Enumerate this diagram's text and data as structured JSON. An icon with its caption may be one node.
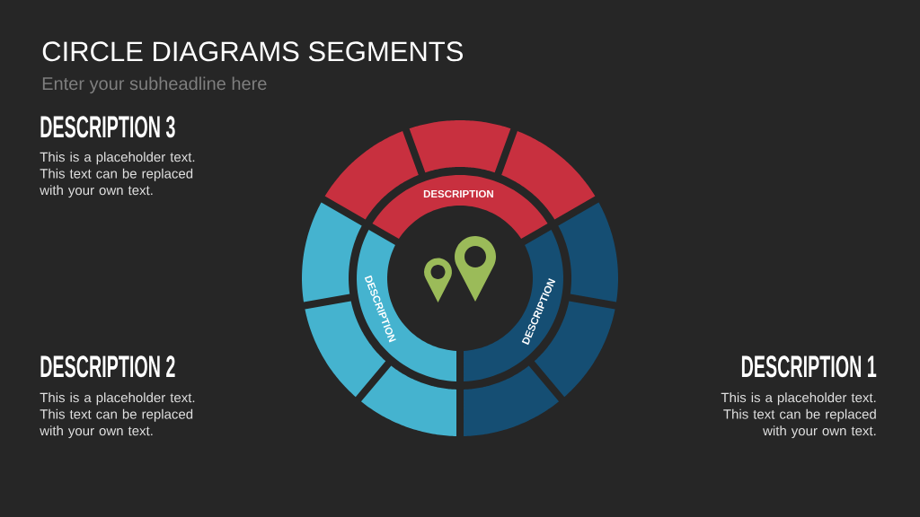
{
  "diagram": {
    "title": "CIRCLE DIAGRAMS SEGMENTS",
    "caption": "Enter your subheadline here",
    "nodes": [
      {
        "text": [
          "DESCRIPTION"
        ]
      },
      {
        "text": [
          "DESCRIPTION"
        ]
      },
      {
        "text": [
          "DESCRIPTION"
        ]
      },
      {
        "text": [],
        "shape": "arc"
      },
      {
        "text": [],
        "shape": "arc"
      },
      {
        "text": [],
        "shape": "arc"
      },
      {
        "text": [],
        "shape": "arc"
      },
      {
        "text": [],
        "shape": "arc"
      },
      {
        "text": [],
        "shape": "arc"
      },
      {
        "text": [],
        "shape": "arc"
      },
      {
        "text": [],
        "shape": "arc"
      },
      {
        "text": [],
        "shape": "arc"
      }
    ],
    "labels": [
      "DESCRIPTION 3",
      "This is a placeholder text. This text can be replaced with your own text.",
      "DESCRIPTION 2",
      "This is a placeholder text. This text can be replaced with your own text.",
      "DESCRIPTION 1",
      "This is a placeholder text. This text can be replaced with your own text."
    ]
  }
}
